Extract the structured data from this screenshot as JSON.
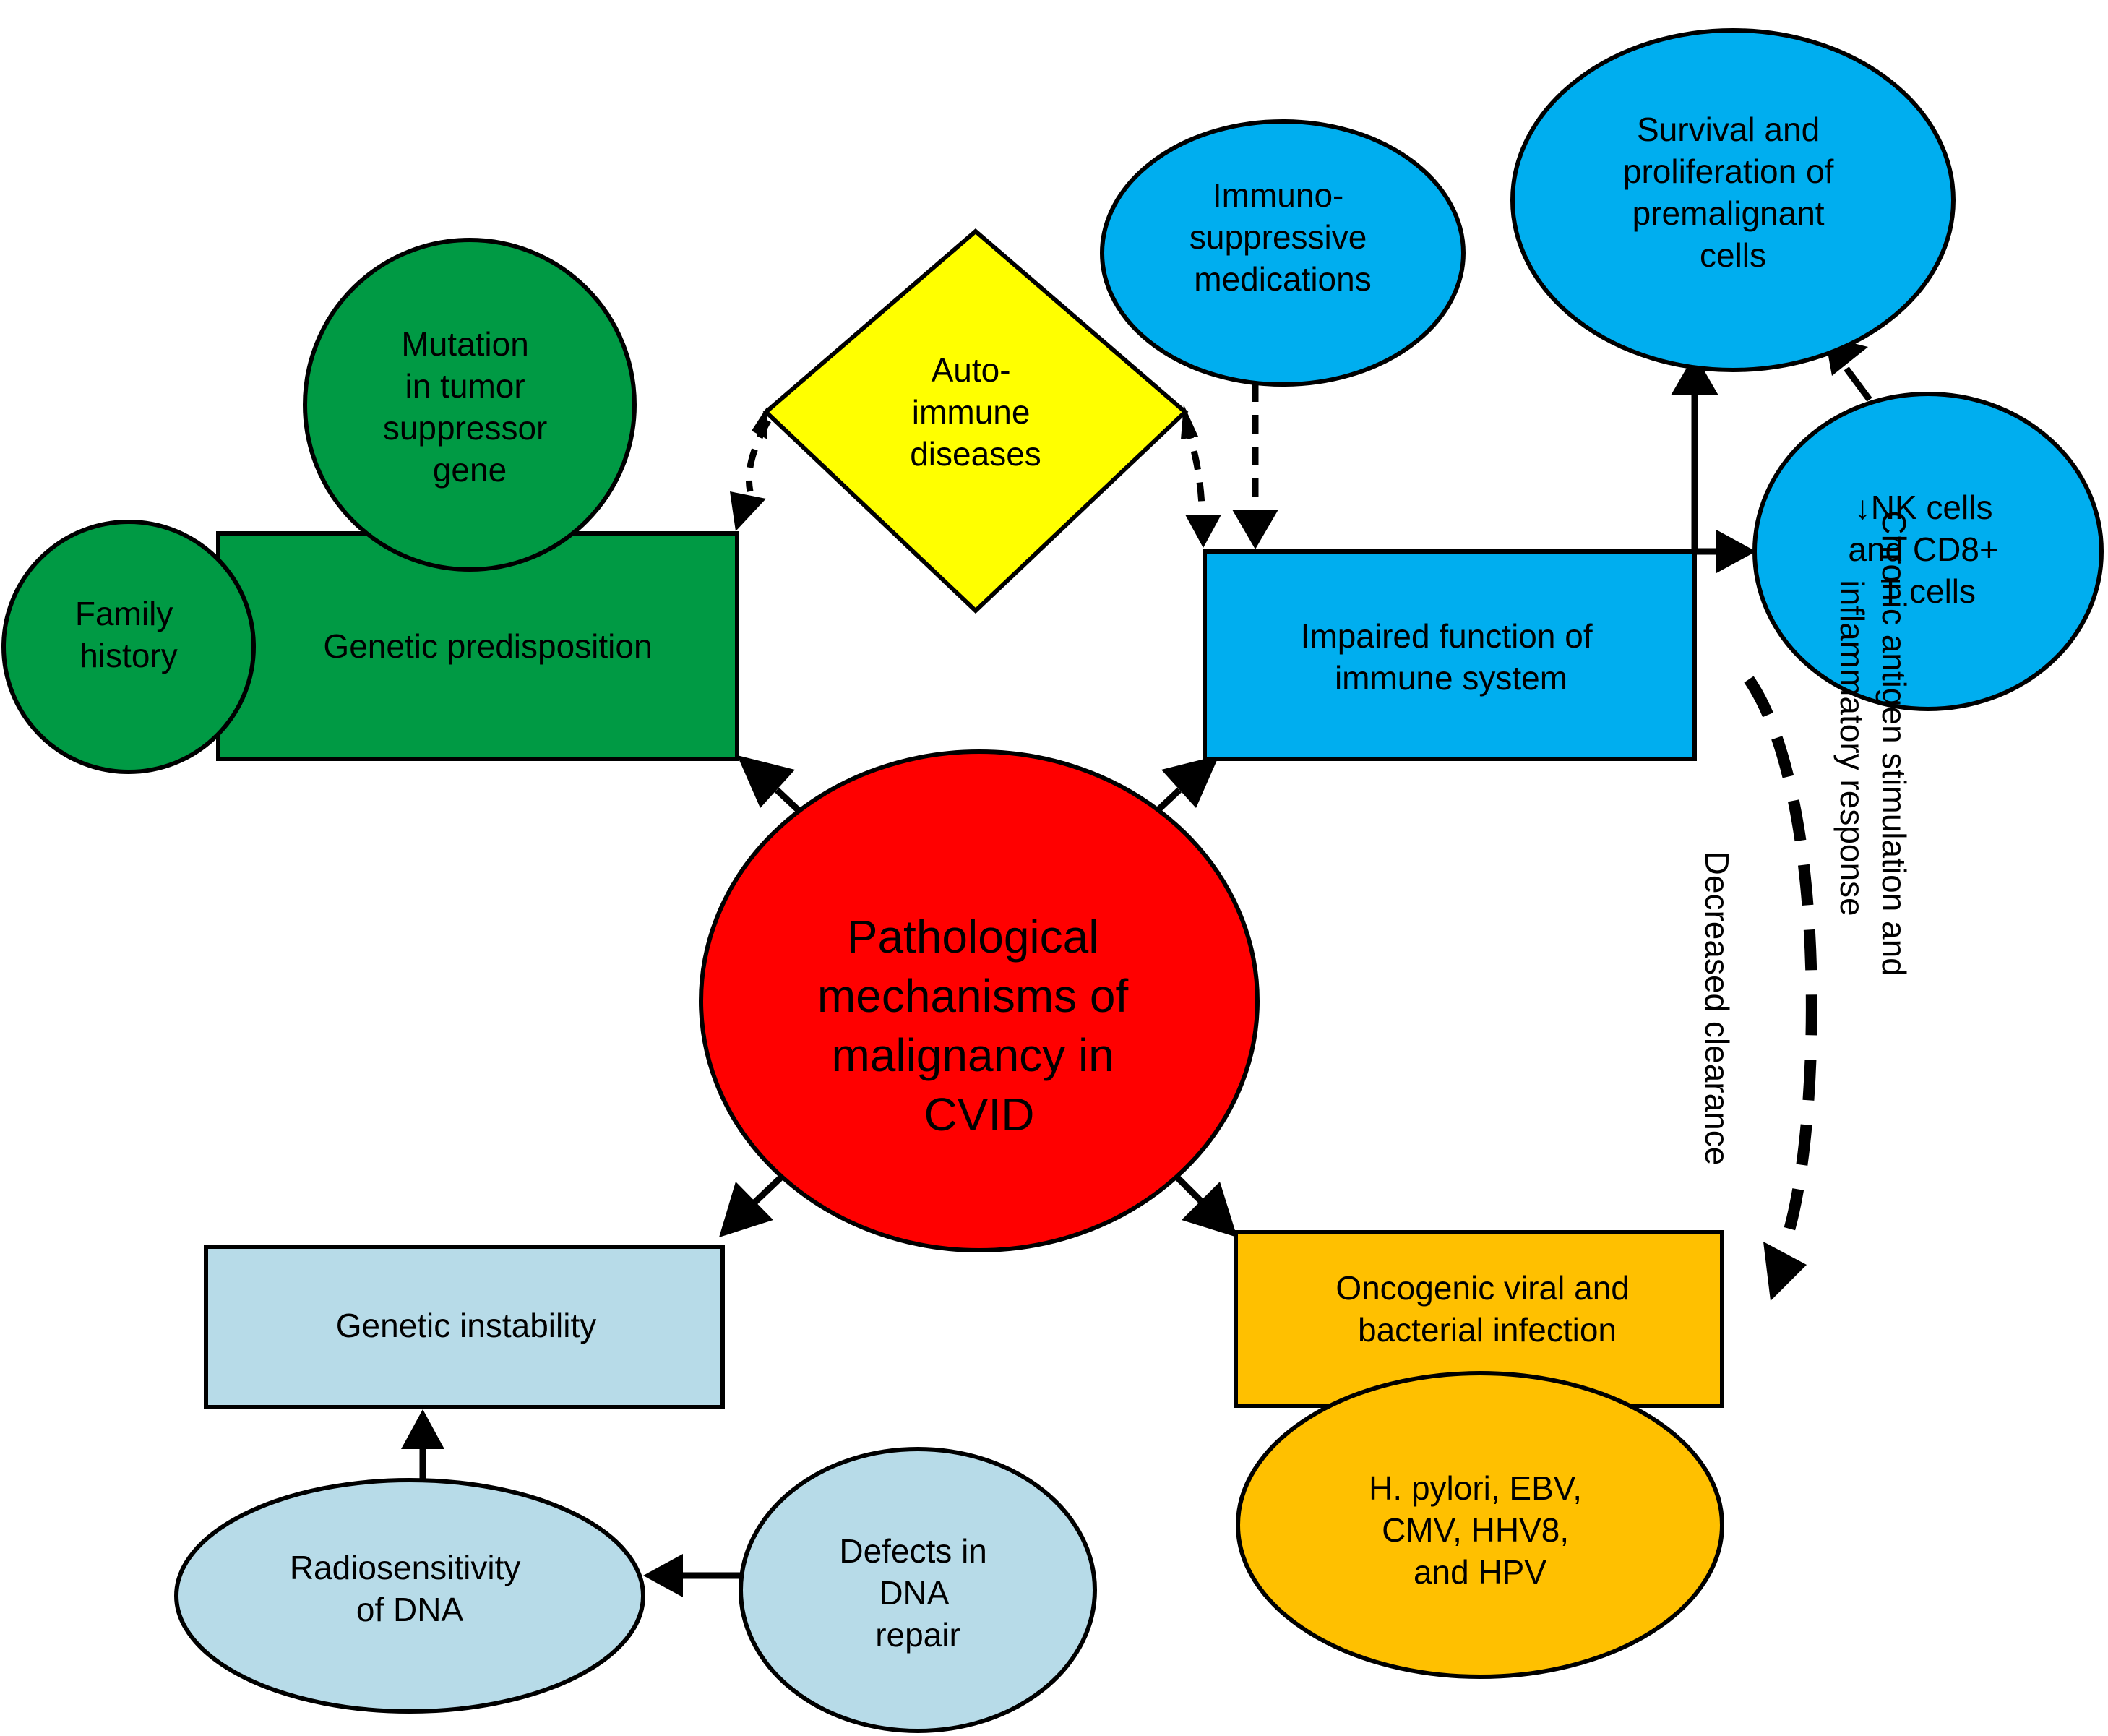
{
  "colors": {
    "center": "#ff0000",
    "genetic": "#009a44",
    "immune": "#00aeef",
    "autoimmune": "#ffff00",
    "instability": "#b7dbe8",
    "infection": "#ffc000"
  },
  "nodes": {
    "center": [
      "Pathological",
      "mechanisms of",
      "malignancy in",
      "CVID"
    ],
    "genetic_predisposition": [
      "Genetic predisposition"
    ],
    "mutation_tumor_suppressor": [
      "Mutation",
      "in tumor",
      "suppressor",
      "gene"
    ],
    "family_history": [
      "Family",
      "history"
    ],
    "autoimmune_diseases": [
      "Auto-",
      "immune",
      "diseases"
    ],
    "immunosuppressive_medications": [
      "Immuno-",
      "suppressive",
      "medications"
    ],
    "impaired_immune_function": [
      "Impaired function of",
      "immune system"
    ],
    "survival_proliferation": [
      "Survival and",
      "proliferation of",
      "premalignant",
      "cells"
    ],
    "nk_cd8_cells": [
      "↓NK cells",
      "and CD8+",
      "T cells"
    ],
    "genetic_instability": [
      "Genetic instability"
    ],
    "radiosensitivity_dna": [
      "Radiosensitivity",
      "of DNA"
    ],
    "defects_dna_repair": [
      "Defects in",
      "DNA",
      "repair"
    ],
    "oncogenic_infection": [
      "Oncogenic viral and",
      "bacterial infection"
    ],
    "pathogens": [
      "H. pylori, EBV,",
      "CMV, HHV8,",
      "and HPV"
    ]
  },
  "edge_labels": {
    "chronic_antigen": [
      "Chronic antigen stimulation and",
      "inflammatory response"
    ],
    "decreased_clearance": [
      "Decreased clearance"
    ]
  }
}
